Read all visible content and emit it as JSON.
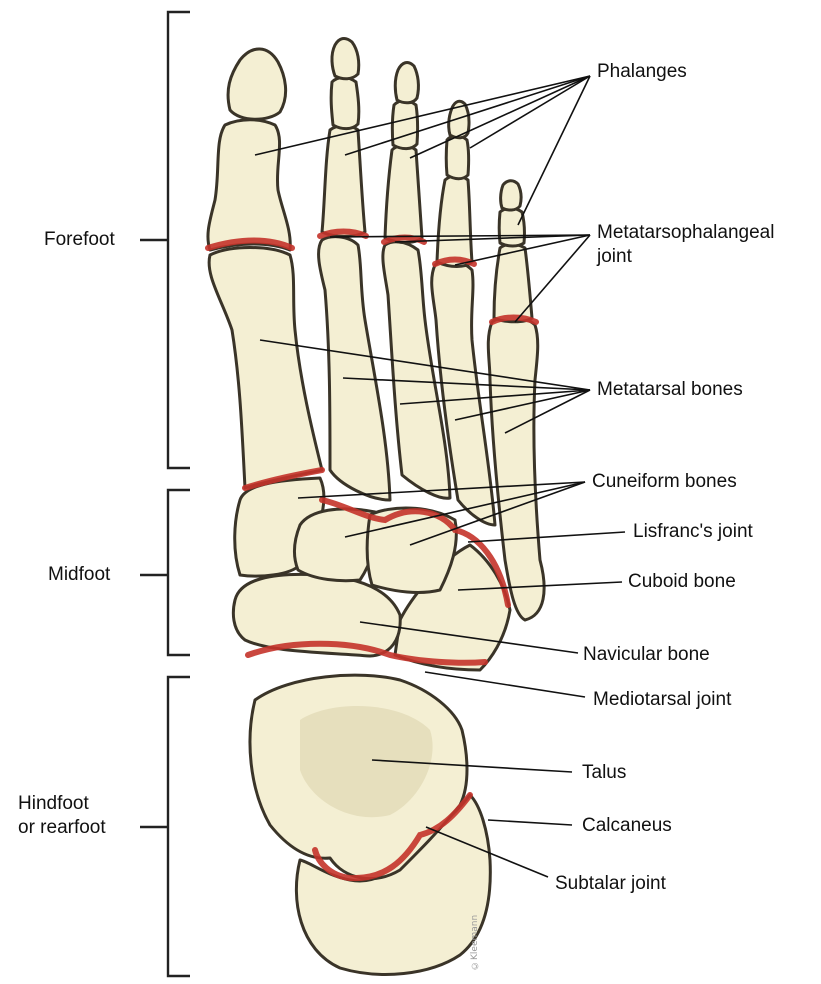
{
  "regions": {
    "forefoot": "Forefoot",
    "midfoot": "Midfoot",
    "hindfoot": "Hindfoot\nor rearfoot"
  },
  "labels": {
    "phalanges": "Phalanges",
    "metatarsophalangeal": "Metatarsophalangeal\njoint",
    "metatarsal": "Metatarsal bones",
    "cuneiform": "Cuneiform bones",
    "lisfranc": "Lisfranc's joint",
    "cuboid": "Cuboid bone",
    "navicular": "Navicular bone",
    "mediotarsal": "Mediotarsal joint",
    "talus": "Talus",
    "calcaneus": "Calcaneus",
    "subtalar": "Subtalar joint"
  },
  "artist_signature": "©Kleemann",
  "colors": {
    "bone": "#f4efd3",
    "outline": "#3a3428",
    "joint": "#c4332a"
  }
}
